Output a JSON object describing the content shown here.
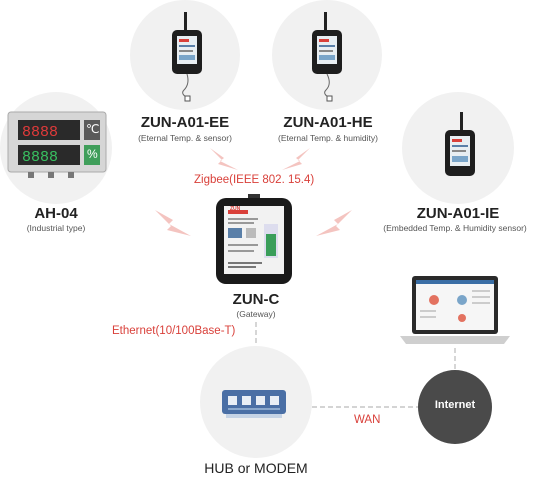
{
  "devices": {
    "ah04": {
      "name": "AH-04",
      "desc": "(Industrial type)",
      "unit_c": "℃",
      "unit_pct": "%"
    },
    "ee": {
      "name": "ZUN-A01-EE",
      "desc": "(Eternal Temp. & sensor)"
    },
    "he": {
      "name": "ZUN-A01-HE",
      "desc": "(Eternal Temp. & humidity)"
    },
    "ie": {
      "name": "ZUN-A01-IE",
      "desc": "(Embedded Temp. & Humidity sensor)"
    },
    "gateway": {
      "name": "ZUN-C",
      "desc": "(Gateway)",
      "brand": "ZUN"
    },
    "hub": {
      "name": "HUB or MODEM"
    },
    "internet": {
      "name": "Internet"
    }
  },
  "links": {
    "zigbee": "Zigbee(IEEE 802. 15.4)",
    "ethernet": "Ethernet(10/100Base-T)",
    "wan": "WAN"
  },
  "colors": {
    "accent_red": "#d9403a",
    "circle_bg": "#f1f1f1",
    "internet_bg": "#4a4a4a"
  }
}
